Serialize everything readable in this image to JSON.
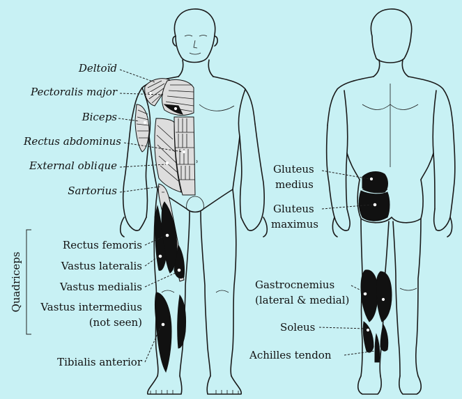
{
  "labels": {
    "deltoid": "Deltoïd",
    "pectoralis_major": "Pectoralis major",
    "biceps": "Biceps",
    "rectus_abdominus": "Rectus abdominus",
    "external_oblique": "External oblique",
    "sartorius": "Sartorius",
    "quadriceps": "Quadriceps",
    "rectus_femoris": "Rectus femoris",
    "vastus_lateralis": "Vastus lateralis",
    "vastus_medialis": "Vastus medialis",
    "vastus_intermedius_line1": "Vastus intermedius",
    "vastus_intermedius_line2": "(not seen)",
    "tibialis_anterior": "Tibialis anterior",
    "gluteus_medius_line1": "Gluteus",
    "gluteus_medius_line2": "medius",
    "gluteus_maximus_line1": "Gluteus",
    "gluteus_maximus_line2": "maximus",
    "gastrocnemius_line1": "Gastrocnemius",
    "gastrocnemius_line2": "(lateral & medial)",
    "soleus": "Soleus",
    "achilles_tendon": "Achilles tendon"
  },
  "colors": {
    "background": "#c8f1f4",
    "muscle_fill": "#111111",
    "outline": "#1a1a1a"
  }
}
